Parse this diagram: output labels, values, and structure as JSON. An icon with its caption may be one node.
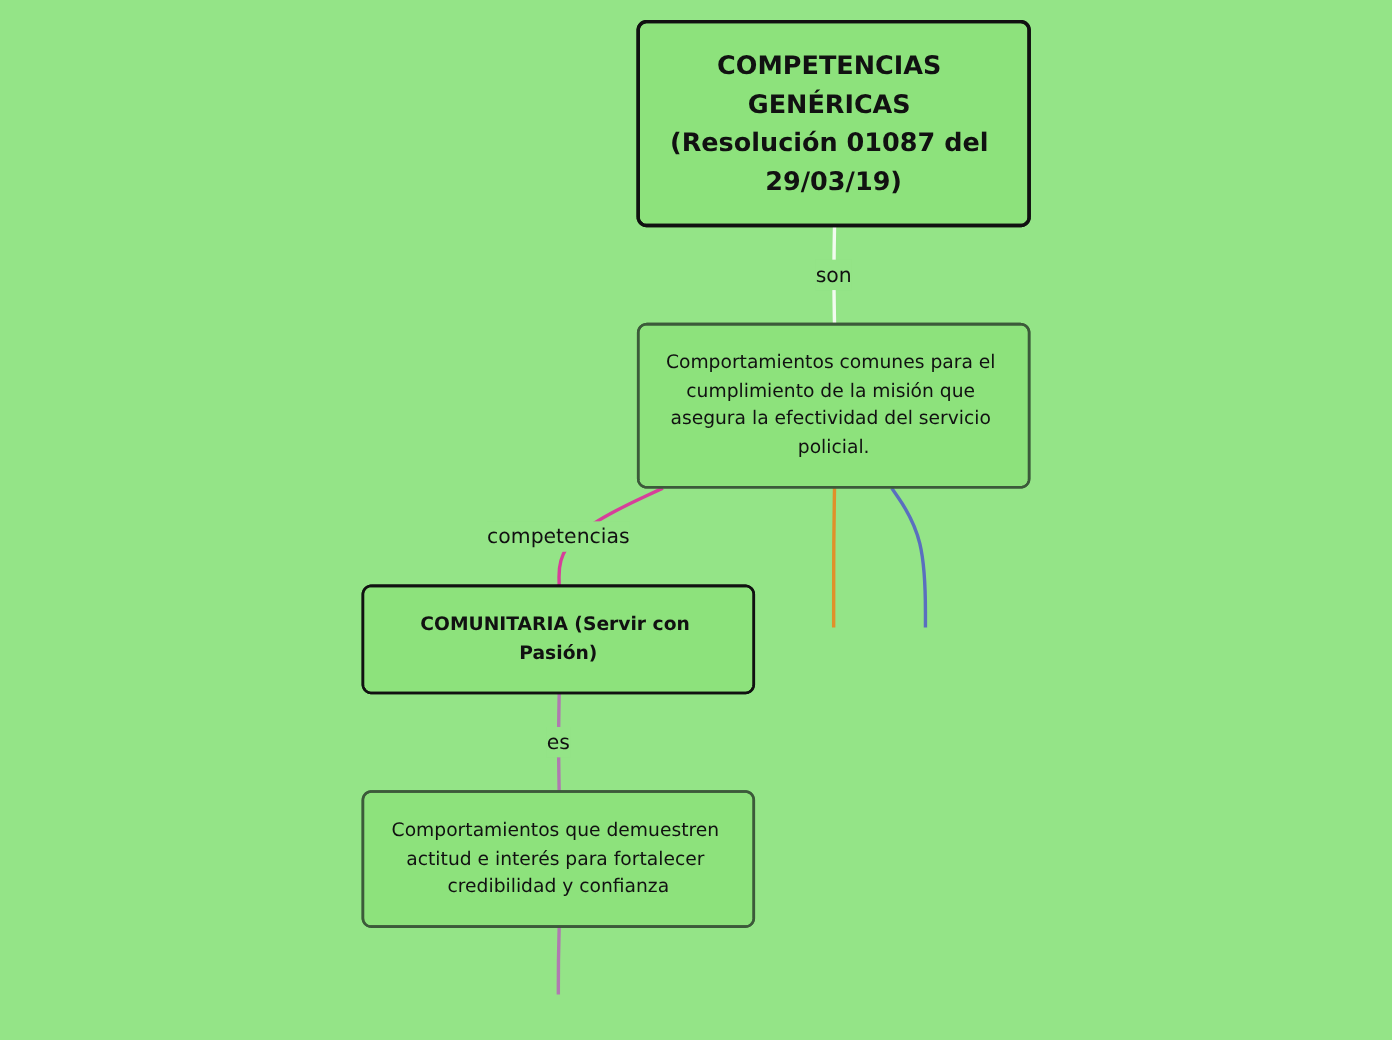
{
  "diagram": {
    "nodes": [
      {
        "text": [
          "COMPETENCIAS GENÉRICAS (Resolución 01087 del 29/03/19)"
        ]
      },
      {
        "text": [
          "Comportamientos comunes para el cumplimiento de la misión que asegura la efectividad del servicio policial."
        ]
      },
      {
        "text": [
          "COMUNITARIA (Servir con Pasión)"
        ]
      },
      {
        "text": [
          "Comportamientos que demuestren actitud e interés para fortalecer credibilidad y confianza"
        ]
      }
    ],
    "edges": [
      {
        "from": 0,
        "to": 1,
        "arrow": "none",
        "label": "son",
        "color": "#f2fbef"
      },
      {
        "from": 1,
        "to": 2,
        "arrow": "none",
        "label": "competencias",
        "color": "#d63f9a"
      },
      {
        "from": 1,
        "to": null,
        "arrow": "none",
        "color": "#e0902a"
      },
      {
        "from": 1,
        "to": null,
        "arrow": "none",
        "color": "#5a6fbf"
      },
      {
        "from": 2,
        "to": 3,
        "arrow": "none",
        "label": "es",
        "color": "#b07ab0"
      },
      {
        "from": 3,
        "to": null,
        "arrow": "none",
        "color": "#b07ab0"
      }
    ]
  }
}
